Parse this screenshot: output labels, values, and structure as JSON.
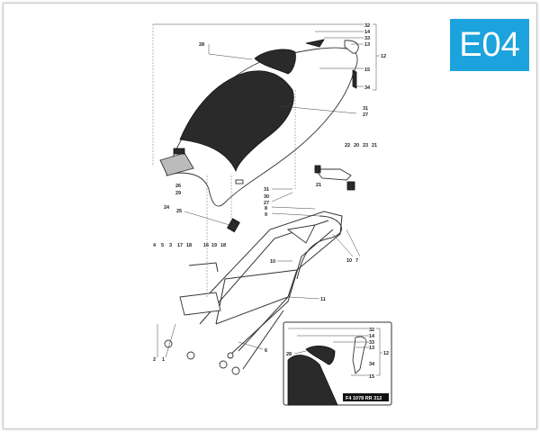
{
  "badge": {
    "code": "E04",
    "color": "#1ca3dd"
  },
  "drawing_code": "F4 1078 RR 312",
  "callouts": [
    "32",
    "14",
    "33",
    "13",
    "12",
    "15",
    "34",
    "28",
    "31",
    "27",
    "22",
    "20",
    "23",
    "21",
    "21",
    "26",
    "29",
    "31",
    "30",
    "27",
    "24",
    "25",
    "8",
    "9",
    "4",
    "5",
    "3",
    "17",
    "18",
    "16",
    "19",
    "18",
    "10",
    "10",
    "7",
    "11",
    "2",
    "1",
    "6"
  ],
  "inset_callouts": [
    "32",
    "14",
    "33",
    "13",
    "12",
    "28",
    "34",
    "15"
  ]
}
